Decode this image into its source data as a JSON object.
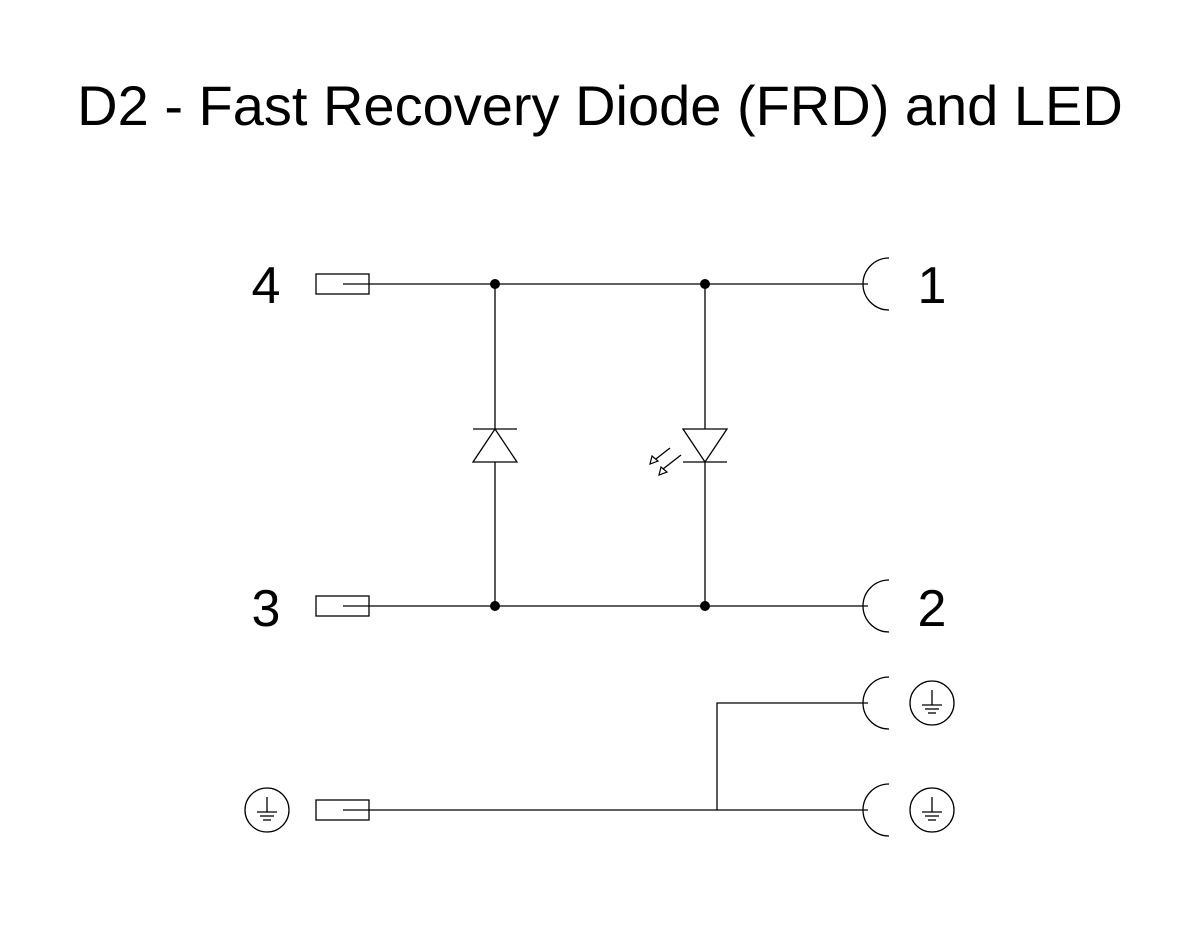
{
  "title": "D2 - Fast Recovery Diode (FRD) and LED",
  "pins": {
    "left_top": "4",
    "left_bottom": "3",
    "right_top": "1",
    "right_bottom": "2"
  },
  "icons": {
    "ground": "protective-earth-icon",
    "male_pin": "male-pin-icon",
    "female_socket": "female-socket-icon",
    "diode": "diode-icon",
    "led": "led-icon"
  }
}
